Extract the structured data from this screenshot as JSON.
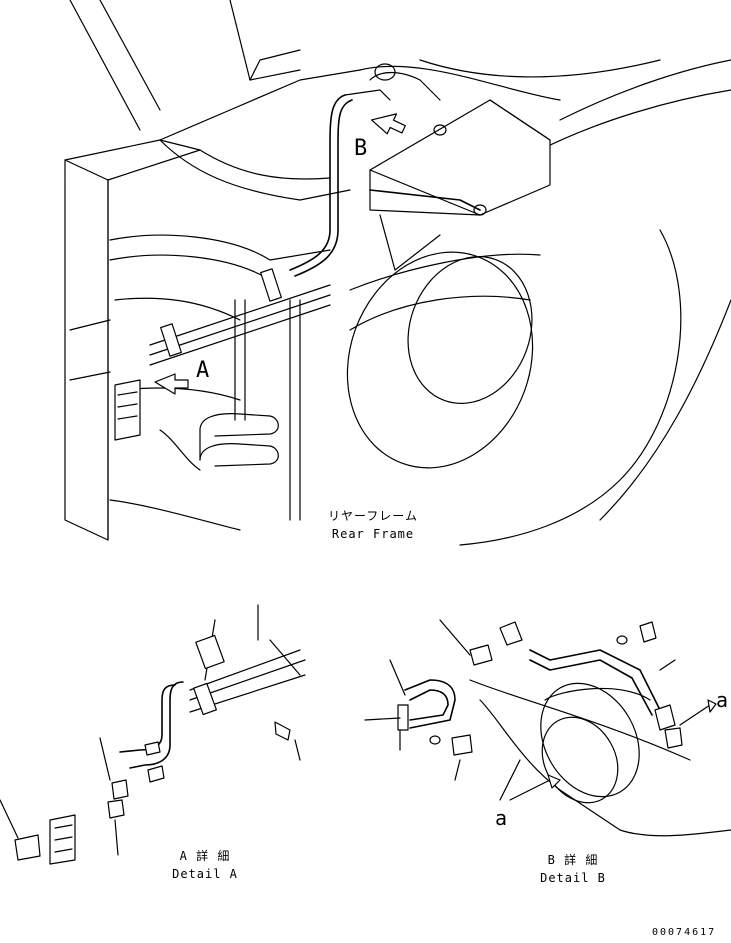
{
  "main_view": {
    "title_jp": "リヤーフレーム",
    "title_en": "Rear Frame",
    "callout_a": "A",
    "callout_b": "B"
  },
  "detail_a": {
    "title_jp": "A 詳 細",
    "title_en": "Detail A"
  },
  "detail_b": {
    "title_jp": "B 詳 細",
    "title_en": "Detail B",
    "ref_upper": "a",
    "ref_lower": "a"
  },
  "document": {
    "drawing_number": "00074617"
  }
}
